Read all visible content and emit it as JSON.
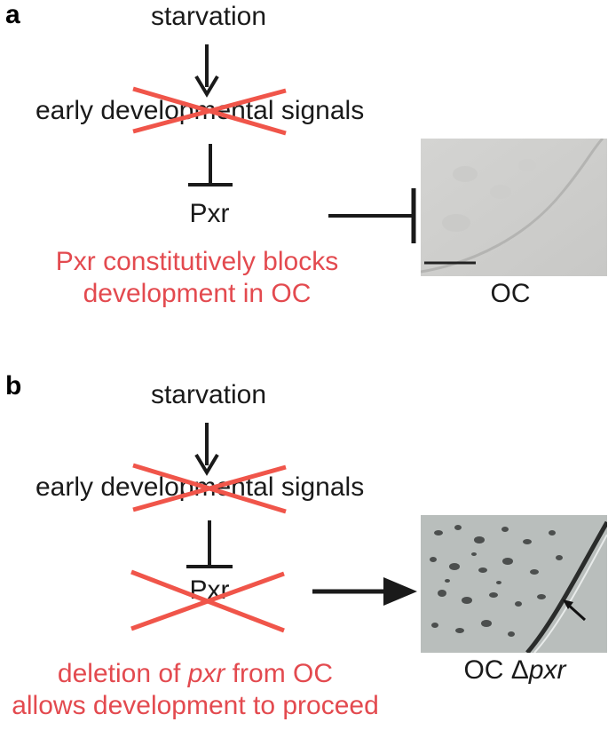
{
  "panel_a": {
    "label": "a",
    "top_signal": "starvation",
    "middle_signal": "early developmental signals",
    "gene": "Pxr",
    "red_line1": "Pxr constitutively blocks",
    "red_line2": "development in OC",
    "photo_caption": "OC"
  },
  "panel_b": {
    "label": "b",
    "top_signal": "starvation",
    "middle_signal": "early developmental signals",
    "gene": "Pxr",
    "red_line1_pre": "deletion of ",
    "red_line1_italic": "pxr",
    "red_line1_post": " from OC",
    "red_line2": "allows development to proceed",
    "photo_caption_pre": "OC Δ",
    "photo_caption_italic": "pxr"
  },
  "colors": {
    "cross_red": "#f0554a",
    "text_red": "#e34a4f",
    "arrow_black": "#1a1a1a"
  }
}
